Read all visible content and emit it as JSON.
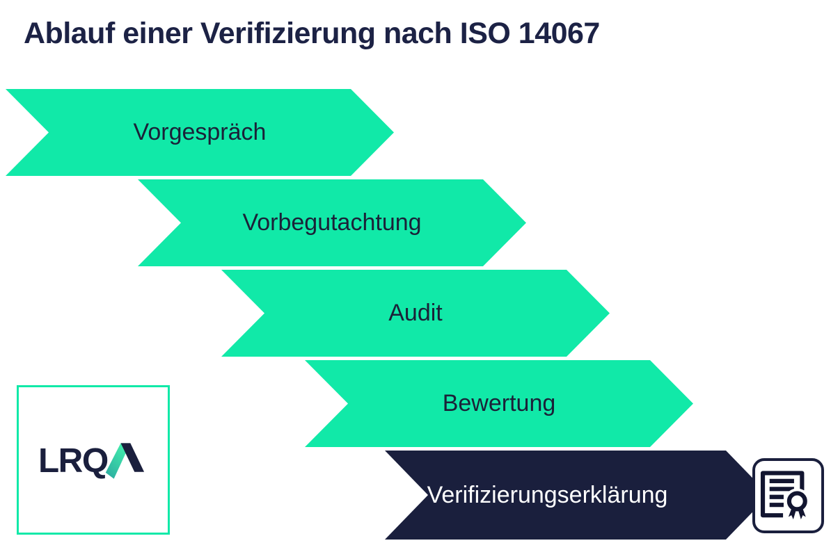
{
  "title": "Ablauf einer Verifizierung nach ISO 14067",
  "colors": {
    "mint": "#11E9A8",
    "navy": "#1A1F3D",
    "title": "#1C2245",
    "label": "#1B2138",
    "label_on_dark": "#FFFFFF",
    "glyph": "#121530",
    "logo_teal_dark": "#2BA89F",
    "logo_teal_light": "#43F0AD"
  },
  "steps": [
    {
      "label": "Vorgespräch",
      "variant": "mint"
    },
    {
      "label": "Vorbegutachtung",
      "variant": "mint"
    },
    {
      "label": "Audit",
      "variant": "mint"
    },
    {
      "label": "Bewertung",
      "variant": "mint"
    },
    {
      "label": "Verifizierungserklärung",
      "variant": "navy"
    }
  ],
  "logo": {
    "name": "LRQA",
    "letters": "LRQ"
  },
  "icons": {
    "certificate": "certificate-with-seal"
  }
}
